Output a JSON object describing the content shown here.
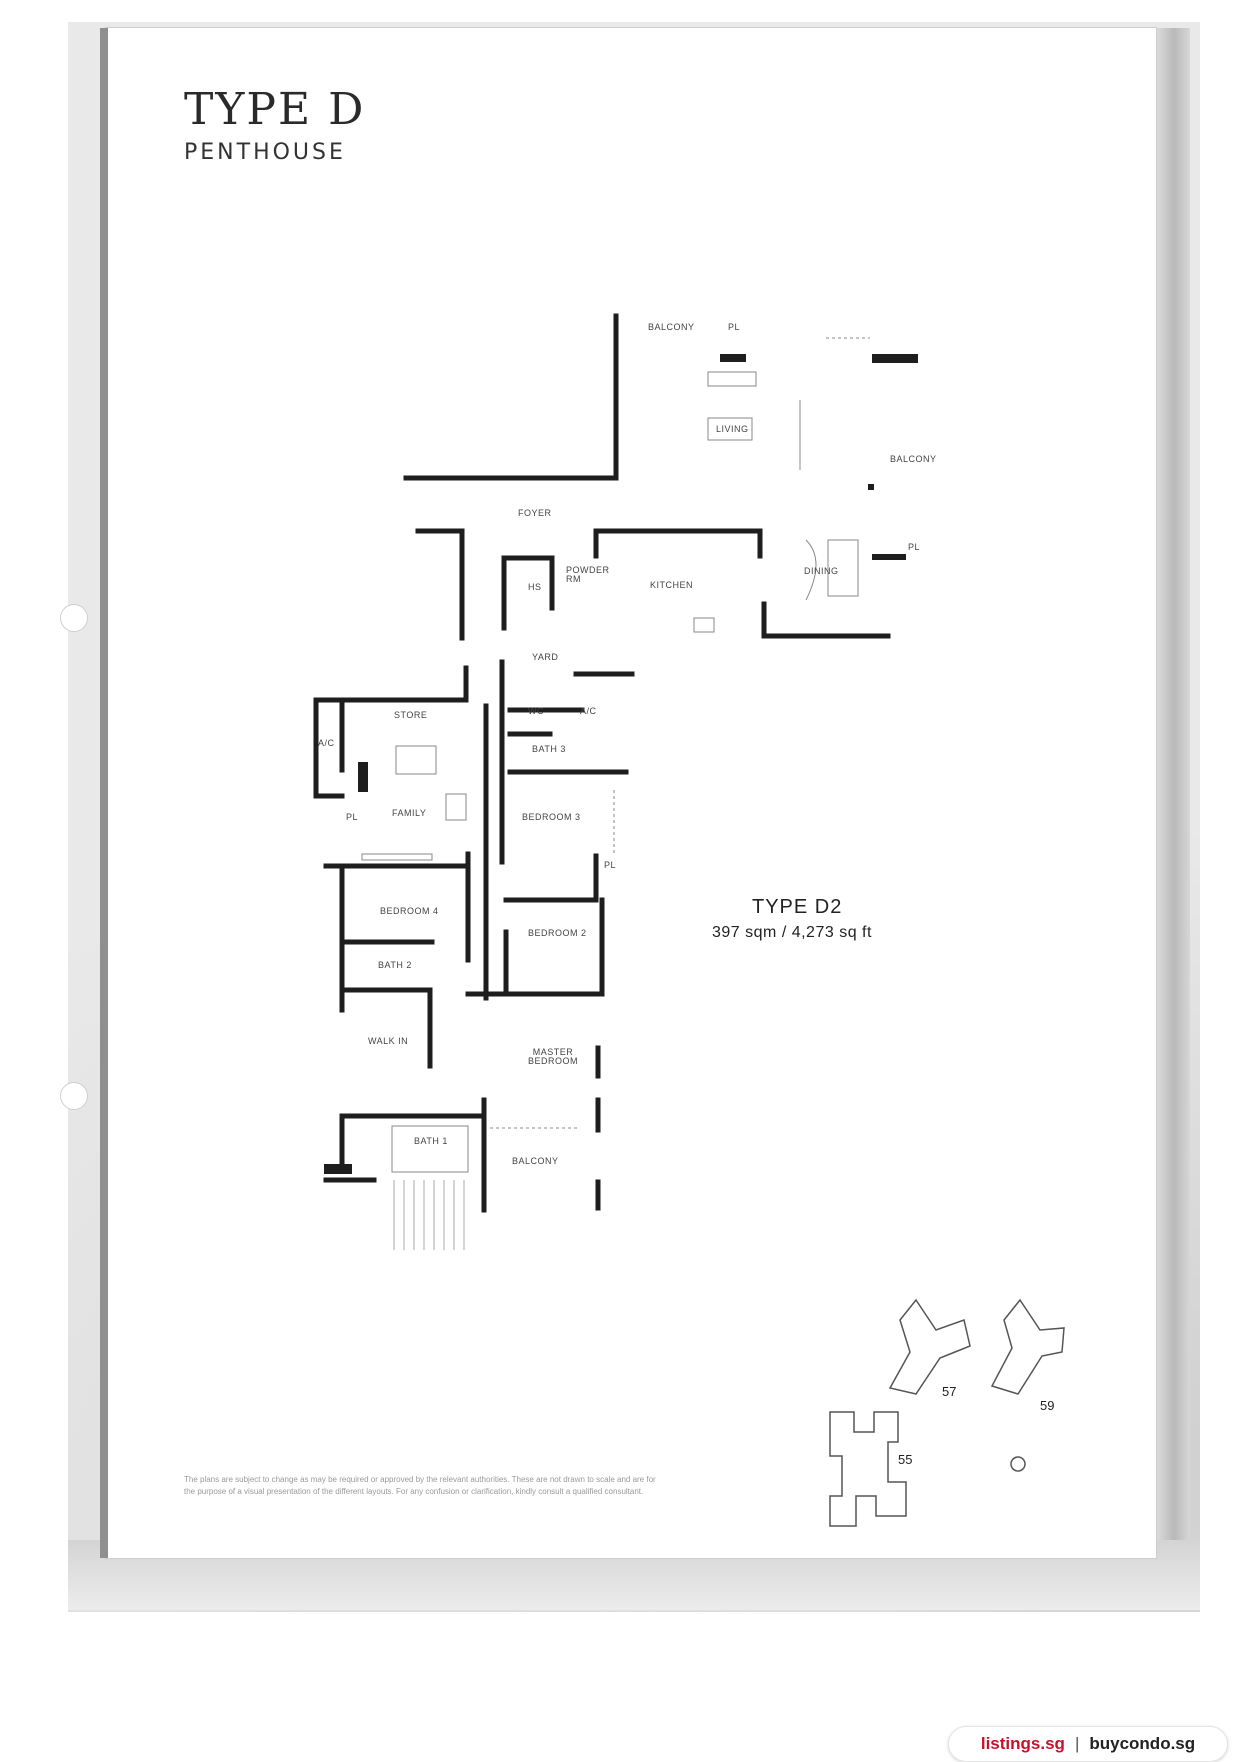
{
  "header": {
    "title": "TYPE D",
    "subtitle": "PENTHOUSE"
  },
  "unit": {
    "type": "TYPE D2",
    "area": "397 sqm / 4,273 sq ft"
  },
  "rooms": {
    "balcony_top": "BALCONY",
    "pl_top": "PL",
    "living": "LIVING",
    "balcony_right": "BALCONY",
    "foyer": "FOYER",
    "hs": "HS",
    "powder_rm": "POWDER RM",
    "kitchen": "KITCHEN",
    "dining": "DINING",
    "pl_dining": "PL",
    "yard": "YARD",
    "store": "STORE",
    "ac_left": "A/C",
    "wc": "WC",
    "ac_mid": "A/C",
    "bath_3": "BATH 3",
    "family": "FAMILY",
    "pl_family": "PL",
    "bedroom_3": "BEDROOM 3",
    "pl_bedroom": "PL",
    "bedroom_4": "BEDROOM 4",
    "bedroom_2": "BEDROOM 2",
    "bath_2": "BATH 2",
    "walk_in": "WALK IN",
    "master_bedroom": "MASTER BEDROOM",
    "bath_1": "BATH 1",
    "balcony_bottom": "BALCONY"
  },
  "keyplan": {
    "labels": [
      "57",
      "59",
      "55"
    ]
  },
  "footer": {
    "disclaimer_line1": "The plans are subject to change as may be required or approved by the relevant authorities. These are not drawn to scale and are for",
    "disclaimer_line2": "the purpose of a visual presentation of the different layouts. For any confusion or clarification, kindly consult a qualified consultant."
  },
  "brand": {
    "name1": "listings.sg",
    "separator": "|",
    "name2": "buycondo.sg"
  },
  "colors": {
    "wall": "#1e1e1e",
    "brand_red": "#c8102e"
  }
}
